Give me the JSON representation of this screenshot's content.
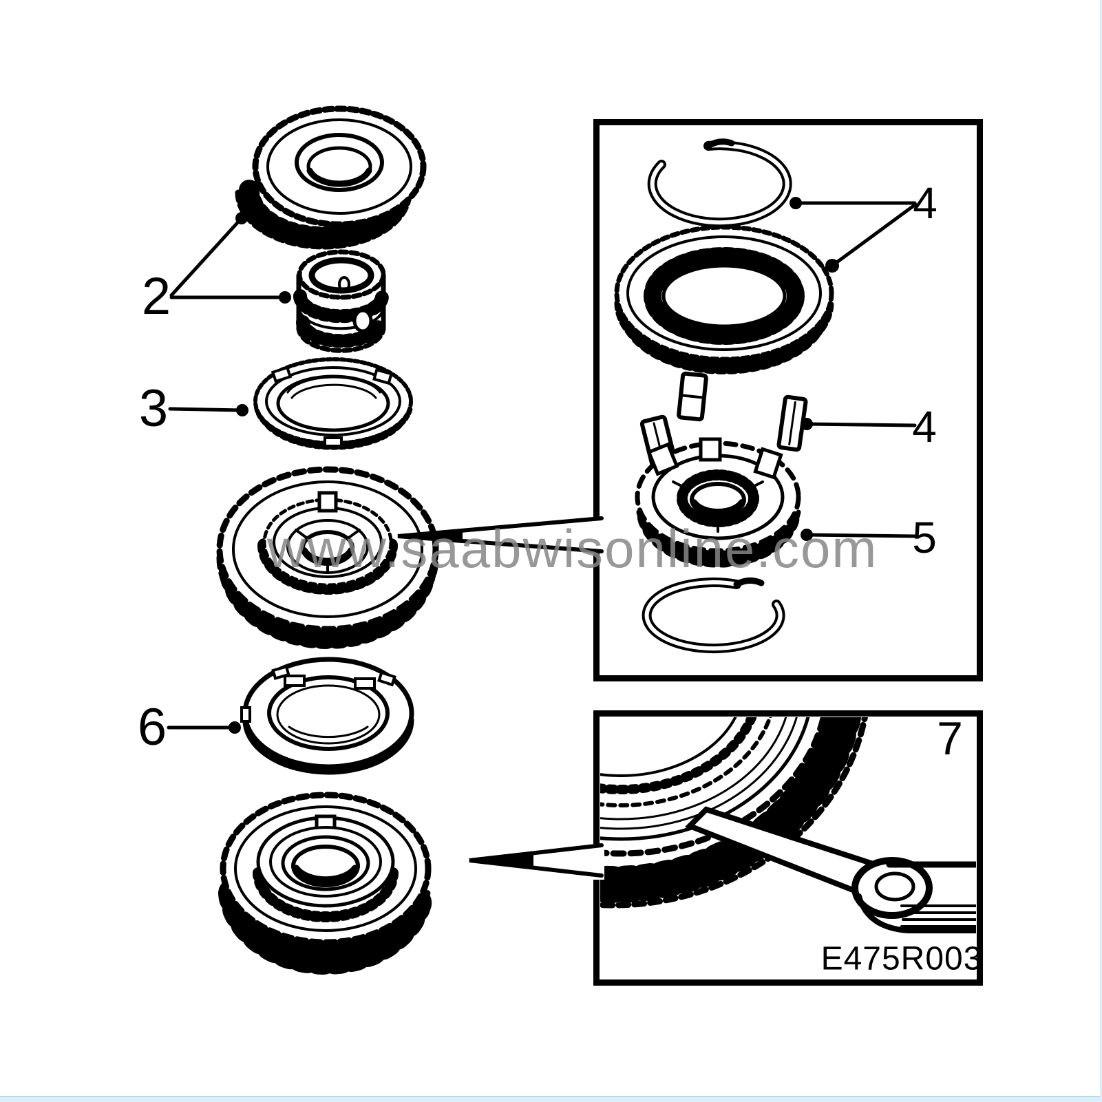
{
  "watermark": "www.saabwisonline.com",
  "figure_code": "E475R003",
  "callouts": [
    {
      "label": "2"
    },
    {
      "label": "3"
    },
    {
      "label": "6"
    },
    {
      "label": "4"
    },
    {
      "label": "4"
    },
    {
      "label": "5"
    },
    {
      "label": "7"
    }
  ],
  "colors": {
    "line": "#000000",
    "background": "#ffffff",
    "watermark_gray": "#868686",
    "footer_strip": "#ddeef5",
    "footer_strip_border": "#b6dce9"
  }
}
